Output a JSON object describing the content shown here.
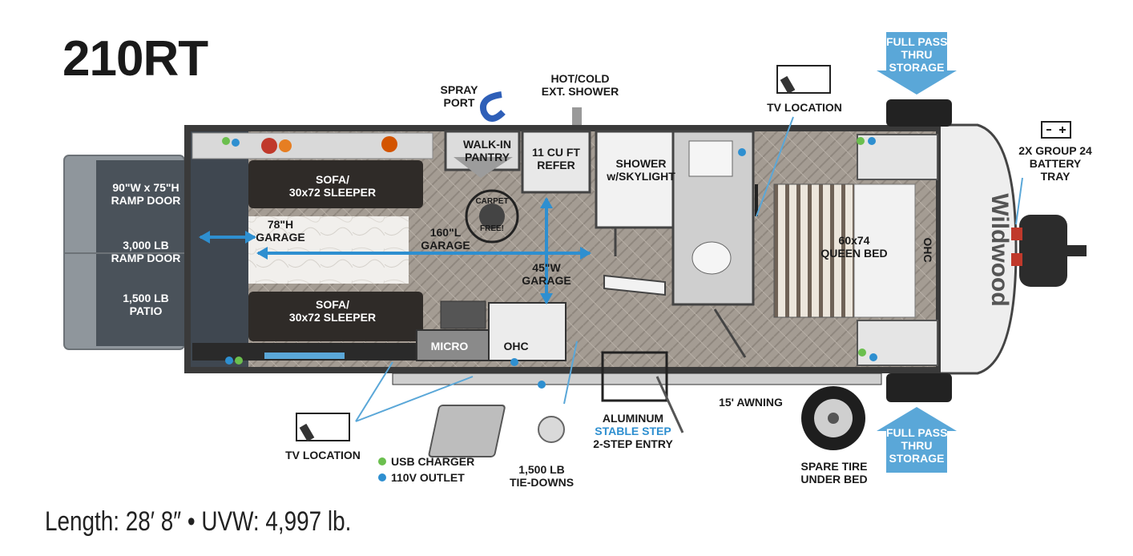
{
  "model": "210RT",
  "footer": "Length: 28′ 8″ • UVW: 4,997 lb.",
  "labels": {
    "spray_port": [
      "SPRAY",
      "PORT"
    ],
    "hot_cold_shower": [
      "HOT/COLD",
      "EXT. SHOWER"
    ],
    "tv_location_top": "TV LOCATION",
    "full_pass_top": [
      "FULL PASS",
      "THRU",
      "STORAGE"
    ],
    "battery_tray": [
      "2X GROUP 24",
      "BATTERY",
      "TRAY"
    ],
    "ramp_door_size": [
      "90\"W x 75\"H",
      "RAMP DOOR"
    ],
    "ramp_door_weight": [
      "3,000 LB",
      "RAMP DOOR"
    ],
    "patio": [
      "1,500 LB",
      "PATIO"
    ],
    "sofa_top": [
      "SOFA/",
      "30x72 SLEEPER"
    ],
    "sofa_bottom": [
      "SOFA/",
      "30x72 SLEEPER"
    ],
    "garage_height": [
      "78\"H",
      "GARAGE"
    ],
    "garage_length": [
      "160\"L",
      "GARAGE"
    ],
    "garage_width": [
      "45\"W",
      "GARAGE"
    ],
    "walk_in_pantry": [
      "WALK-IN",
      "PANTRY"
    ],
    "refer": [
      "11 CU FT",
      "REFER"
    ],
    "shower": [
      "SHOWER",
      "w/SKYLIGHT"
    ],
    "queen_bed": [
      "60x74",
      "QUEEN BED"
    ],
    "ohc_front": "OHC",
    "micro": "MICRO",
    "ohc_kitchen": "OHC",
    "carpet_free": [
      "CARPET",
      "FREE!"
    ],
    "awning": "15' AWNING",
    "tv_location_bottom": "TV LOCATION",
    "aluminum_step": [
      "ALUMINUM",
      "STABLE STEP",
      "2-STEP ENTRY"
    ],
    "tie_downs": [
      "1,500 LB",
      "TIE-DOWNS"
    ],
    "spare_tire": [
      "SPARE TIRE",
      "UNDER BED"
    ],
    "full_pass_bottom": [
      "FULL PASS",
      "THRU",
      "STORAGE"
    ],
    "brand_logo": "Wildwood"
  },
  "legend": [
    {
      "label": "USB CHARGER",
      "color": "#6bbf4e"
    },
    {
      "label": "110V OUTLET",
      "color": "#2e8fd0"
    }
  ],
  "colors": {
    "accent_blue": "#2e8fd0",
    "callout_blue": "#5aa7d8",
    "usb_green": "#6bbf4e",
    "wall": "#3a3a3a",
    "floor": "#a49c93",
    "garage_floor": "#3f4750"
  }
}
